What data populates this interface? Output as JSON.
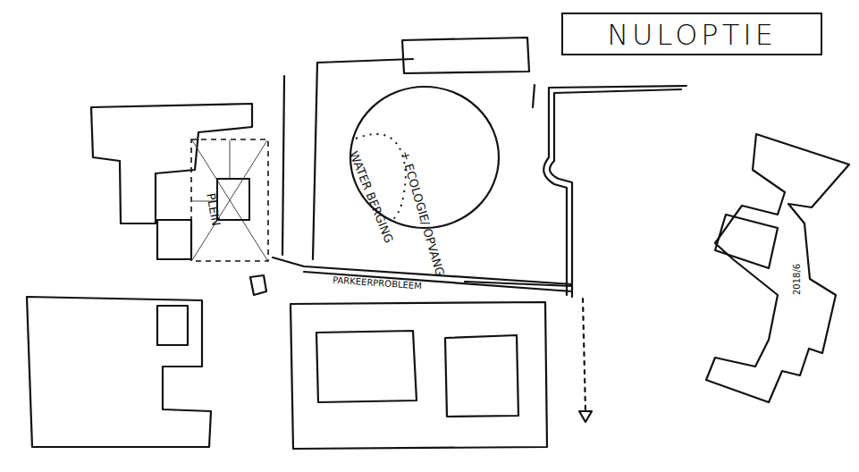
{
  "diagram": {
    "title": "NULOPTIE",
    "nodes": [
      {
        "text": [
          "WATER BERGING",
          "+ ECOLOGIE/ OPVANG"
        ]
      },
      {
        "text": [
          "PLEIN"
        ]
      }
    ],
    "labels": [
      "PARKEERPROBLEEM",
      "2018/6"
    ]
  }
}
